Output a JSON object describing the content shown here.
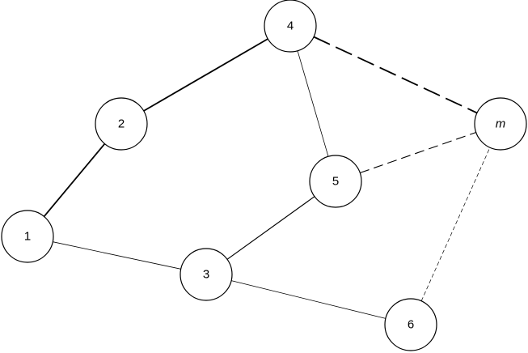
{
  "nodes": [
    {
      "id": "1",
      "label": "1",
      "italic": false
    },
    {
      "id": "2",
      "label": "2",
      "italic": false
    },
    {
      "id": "3",
      "label": "3",
      "italic": false
    },
    {
      "id": "4",
      "label": "4",
      "italic": false
    },
    {
      "id": "5",
      "label": "5",
      "italic": false
    },
    {
      "id": "6",
      "label": "6",
      "italic": false
    },
    {
      "id": "m",
      "label": "m",
      "italic": true
    }
  ],
  "edges": [
    {
      "from": "1",
      "to": "2",
      "style": "solid-thick"
    },
    {
      "from": "2",
      "to": "4",
      "style": "solid-thick"
    },
    {
      "from": "4",
      "to": "5",
      "style": "solid-thin"
    },
    {
      "from": "4",
      "to": "m",
      "style": "dashed-long"
    },
    {
      "from": "5",
      "to": "m",
      "style": "dashed-medium"
    },
    {
      "from": "5",
      "to": "3",
      "style": "solid-medium"
    },
    {
      "from": "1",
      "to": "3",
      "style": "solid-thin"
    },
    {
      "from": "3",
      "to": "6",
      "style": "solid-thin"
    },
    {
      "from": "6",
      "to": "m",
      "style": "dashed-fine"
    }
  ],
  "colors": {
    "stroke": "#000000",
    "fill": "#ffffff"
  }
}
